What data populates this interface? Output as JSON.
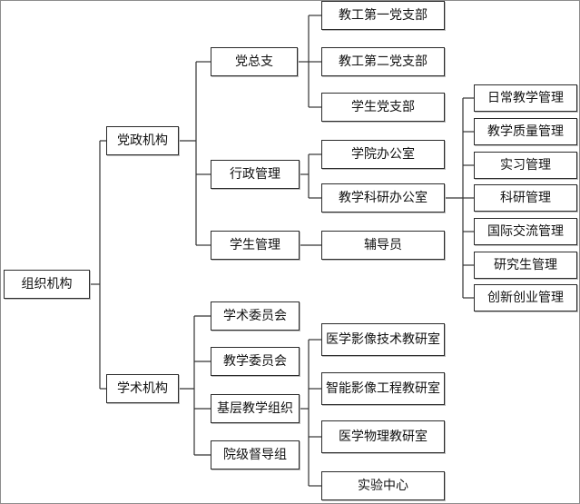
{
  "root": {
    "label": "组织机构"
  },
  "level1": {
    "party_gov": {
      "label": "党政机构"
    },
    "academic": {
      "label": "学术机构"
    }
  },
  "party_branch": {
    "label": "党总支",
    "children": [
      "教工第一党支部",
      "教工第二党支部",
      "学生党支部"
    ]
  },
  "admin": {
    "label": "行政管理",
    "children": [
      "学院办公室",
      "教学科研办公室"
    ]
  },
  "teaching_office": {
    "children": [
      "日常教学管理",
      "教学质量管理",
      "实习管理",
      "科研管理",
      "国际交流管理",
      "研究生管理",
      "创新创业管理"
    ]
  },
  "student_mgmt": {
    "label": "学生管理",
    "children": [
      "辅导员"
    ]
  },
  "academic_units": [
    "学术委员会",
    "教学委员会",
    "基层教学组织",
    "院级督导组"
  ],
  "teaching_org": {
    "children": [
      "医学影像技术教研室",
      "智能影像工程教研室",
      "医学物理教研室",
      "实验中心"
    ]
  }
}
